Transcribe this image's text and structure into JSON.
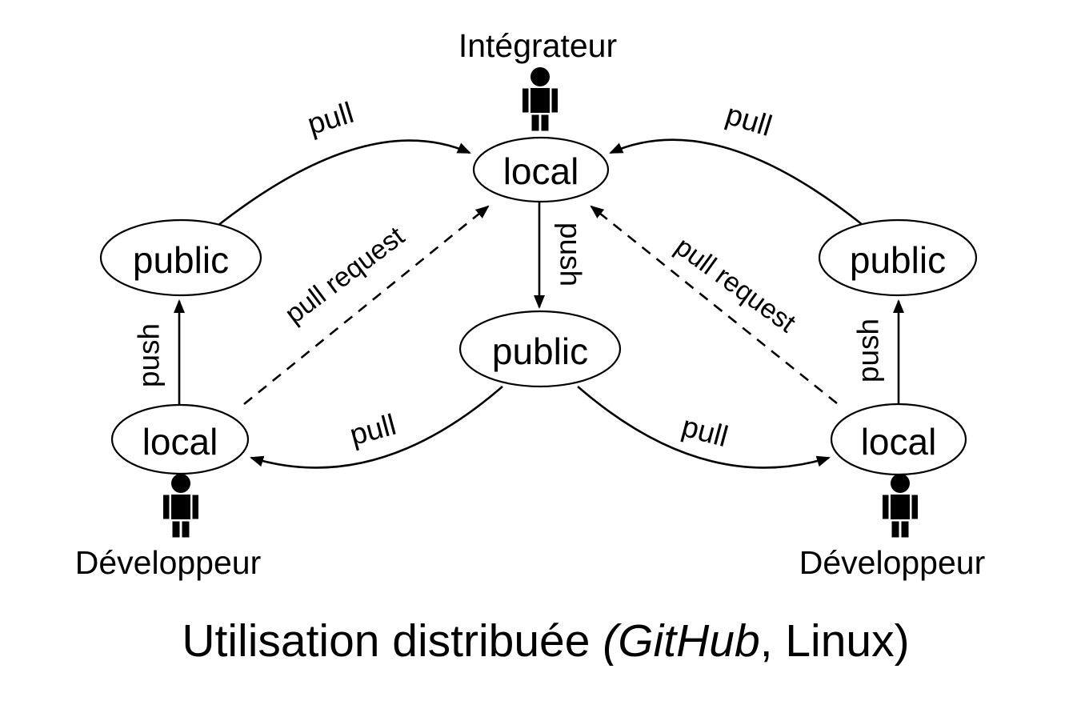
{
  "figure": {
    "actors": {
      "integrator": {
        "label": "Intégrateur"
      },
      "developer_left": {
        "label": "Développeur"
      },
      "developer_right": {
        "label": "Développeur"
      }
    },
    "nodes": {
      "integrator_local": {
        "label": "local"
      },
      "developer_left_public": {
        "label": "public"
      },
      "developer_right_public": {
        "label": "public"
      },
      "integrator_public": {
        "label": "public"
      },
      "developer_left_local": {
        "label": "local"
      },
      "developer_right_local": {
        "label": "local"
      }
    },
    "edge_labels": {
      "pull_top_left": "pull",
      "pull_top_right": "pull",
      "push_left": "push",
      "push_center": "push",
      "push_right": "push",
      "pull_request_left": "pull request",
      "pull_request_right": "pull request",
      "pull_bottom_left": "pull",
      "pull_bottom_right": "pull"
    },
    "caption": {
      "text_regular_1": "Utilisation distribuée ",
      "text_italic": "(GitHub",
      "text_regular_2": ", Linux)",
      "color": "#A52521"
    },
    "colors": {
      "ink": "#000000",
      "background": "#FFFFFF",
      "caption": "#A52521"
    }
  }
}
